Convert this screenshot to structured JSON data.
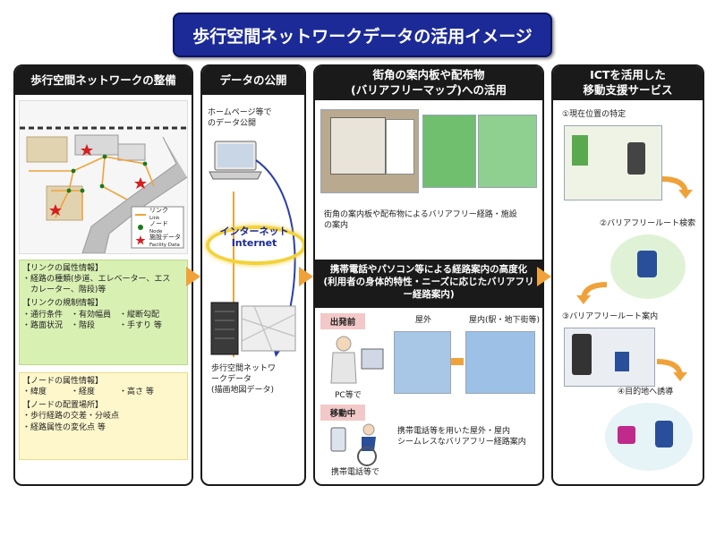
{
  "title": "歩行空間ネットワークデータの活用イメージ",
  "columns": {
    "c1": {
      "header": "歩行空間ネットワークの整備",
      "map_labels": {
        "legend_link": "リンク",
        "legend_link_en": "Link",
        "legend_node": "ノード",
        "legend_node_en": "Node",
        "legend_facility": "施設データ",
        "legend_facility_en": "Facility Data"
      },
      "green_box": {
        "h1": "【リンクの属性情報】",
        "l1": "・経路の種類(歩道、エレベーター、エス",
        "l2": "　カレーター、階段)等",
        "h2": "【リンクの規制情報】",
        "l3": "・通行条件　・有効幅員　・縦断勾配",
        "l4": "・路面状況　・階段　　　・手すり 等"
      },
      "yellow_box": {
        "h1": "【ノードの属性情報】",
        "l1": "・緯度　　　・経度　　　・高さ 等",
        "h2": "【ノードの配置場所】",
        "l2": "・歩行経路の交差・分岐点",
        "l3": "・経路属性の変化点 等"
      }
    },
    "c2": {
      "header": "データの公開",
      "homepage_text_1": "ホームページ等で",
      "homepage_text_2": "のデータ公開",
      "internet_jp": "インターネット",
      "internet_en": "Internet",
      "data_text_1": "歩行空間ネットワ",
      "data_text_2": "ークデータ",
      "data_text_3": "(描画地図データ)"
    },
    "c3": {
      "header_1": "街角の案内板や配布物",
      "header_2": "(バリアフリーマップ)への活用",
      "caption_1": "街角の案内板や配布物によるバリアフリー経路・施設",
      "caption_2": "の案内",
      "bar_1": "携帯電話やパソコン等による経路案内の高度化",
      "bar_2": "(利用者の身体的特性・ニーズに応じたバリアフリ",
      "bar_3": "ー経路案内)",
      "tab_before": "出発前",
      "label_outdoor": "屋外",
      "label_indoor": "屋内(駅・地下街等)",
      "pc_label": "PC等で",
      "tab_moving": "移動中",
      "seamless_1": "携帯電話等を用いた屋外・屋内",
      "seamless_2": "シームレスなバリアフリー経路案内",
      "phone_label": "携帯電話等で"
    },
    "c4": {
      "header_1": "ICTを活用した",
      "header_2": "移動支援サービス",
      "step1": "①現在位置の特定",
      "step2": "②バリアフリールート検索",
      "step3": "③バリアフリールート案内",
      "step4": "④目的地へ誘導"
    }
  },
  "colors": {
    "title_bg": "#1b2a96",
    "arrow": "#f0a23a",
    "green_box": "#d9f0b3",
    "yellow_box": "#fff7cc",
    "pink_tab": "#f3c8c8"
  }
}
